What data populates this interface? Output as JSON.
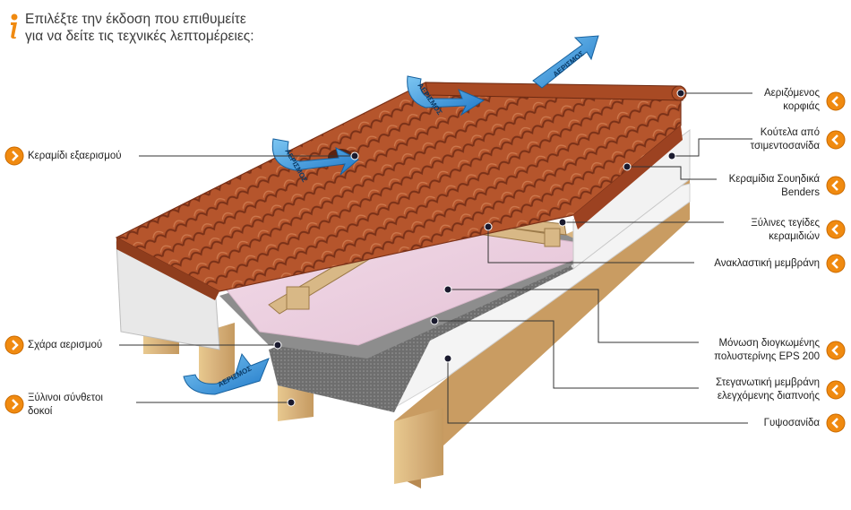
{
  "header": {
    "line1": "Επιλέξτε την έκδοση που επιθυμείτε",
    "line2": "για να δείτε τις τεχνικές λεπτομέρειες:"
  },
  "airflow_label": "ΑΕΡΙΣΜΟΣ",
  "left_labels": [
    {
      "line1": "Κεραμίδι εξαερισμού",
      "line2": ""
    },
    {
      "line1": "Σχάρα αερισμού",
      "line2": ""
    },
    {
      "line1": "Ξύλινοι σύνθετοι",
      "line2": "δοκοί"
    }
  ],
  "right_labels": [
    {
      "line1": "Αεριζόμενος",
      "line2": "κορφιάς"
    },
    {
      "line1": "Κούτελα από",
      "line2": "τσιμεντοσανίδα"
    },
    {
      "line1": "Κεραμίδια Σουηδικά",
      "line2": "Benders"
    },
    {
      "line1": "Ξύλινες τεγίδες",
      "line2": "κεραμιδιών"
    },
    {
      "line1": "Ανακλαστική μεμβράνη",
      "line2": ""
    },
    {
      "line1": "Μόνωση διογκωμένης",
      "line2": "πολυστερίνης EPS 200"
    },
    {
      "line1": "Στεγανωτική μεμβράνη",
      "line2": "ελεγχόμενης διαπνοής"
    },
    {
      "line1": "Γυψοσανίδα",
      "line2": ""
    }
  ],
  "colors": {
    "tile": "#b8562e",
    "tile_dark": "#7a3118",
    "button": "#f08a10",
    "arrow": "#2a8fd8"
  }
}
